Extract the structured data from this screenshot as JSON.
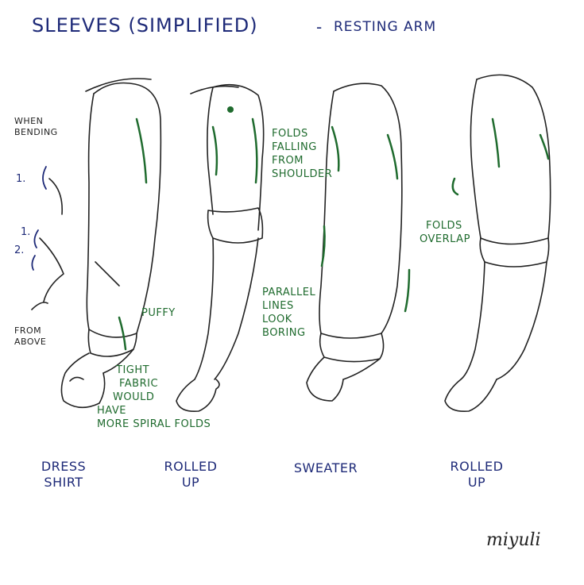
{
  "header": {
    "title": "SLEEVES (SIMPLIFIED)",
    "dash": "-",
    "subtitle": "RESTING ARM"
  },
  "side_notes": {
    "when_bending": [
      "WHEN",
      "BENDING"
    ],
    "num1": "1.",
    "num1b": "1.",
    "num2": "2.",
    "from_above": [
      "FROM",
      "ABOVE"
    ]
  },
  "annotations": {
    "puffy": "PUFFY",
    "tight": [
      "TIGHT",
      "FABRIC",
      "WOULD",
      "HAVE",
      "MORE SPIRAL FOLDS"
    ],
    "folds_falling": [
      "FOLDS",
      "FALLING",
      "FROM",
      "SHOULDER"
    ],
    "parallel": [
      "PARALLEL",
      "LINES",
      "LOOK",
      "BORING"
    ],
    "folds_overlap": [
      "FOLDS",
      "OVERLAP"
    ]
  },
  "captions": [
    [
      "DRESS",
      "SHIRT"
    ],
    [
      "ROLLED",
      "UP"
    ],
    [
      "SWEATER"
    ],
    [
      "ROLLED",
      "UP"
    ]
  ],
  "signature": "miyuli",
  "colors": {
    "title": "#1e2a78",
    "annotation": "#1f6b2e",
    "line": "#222222"
  }
}
